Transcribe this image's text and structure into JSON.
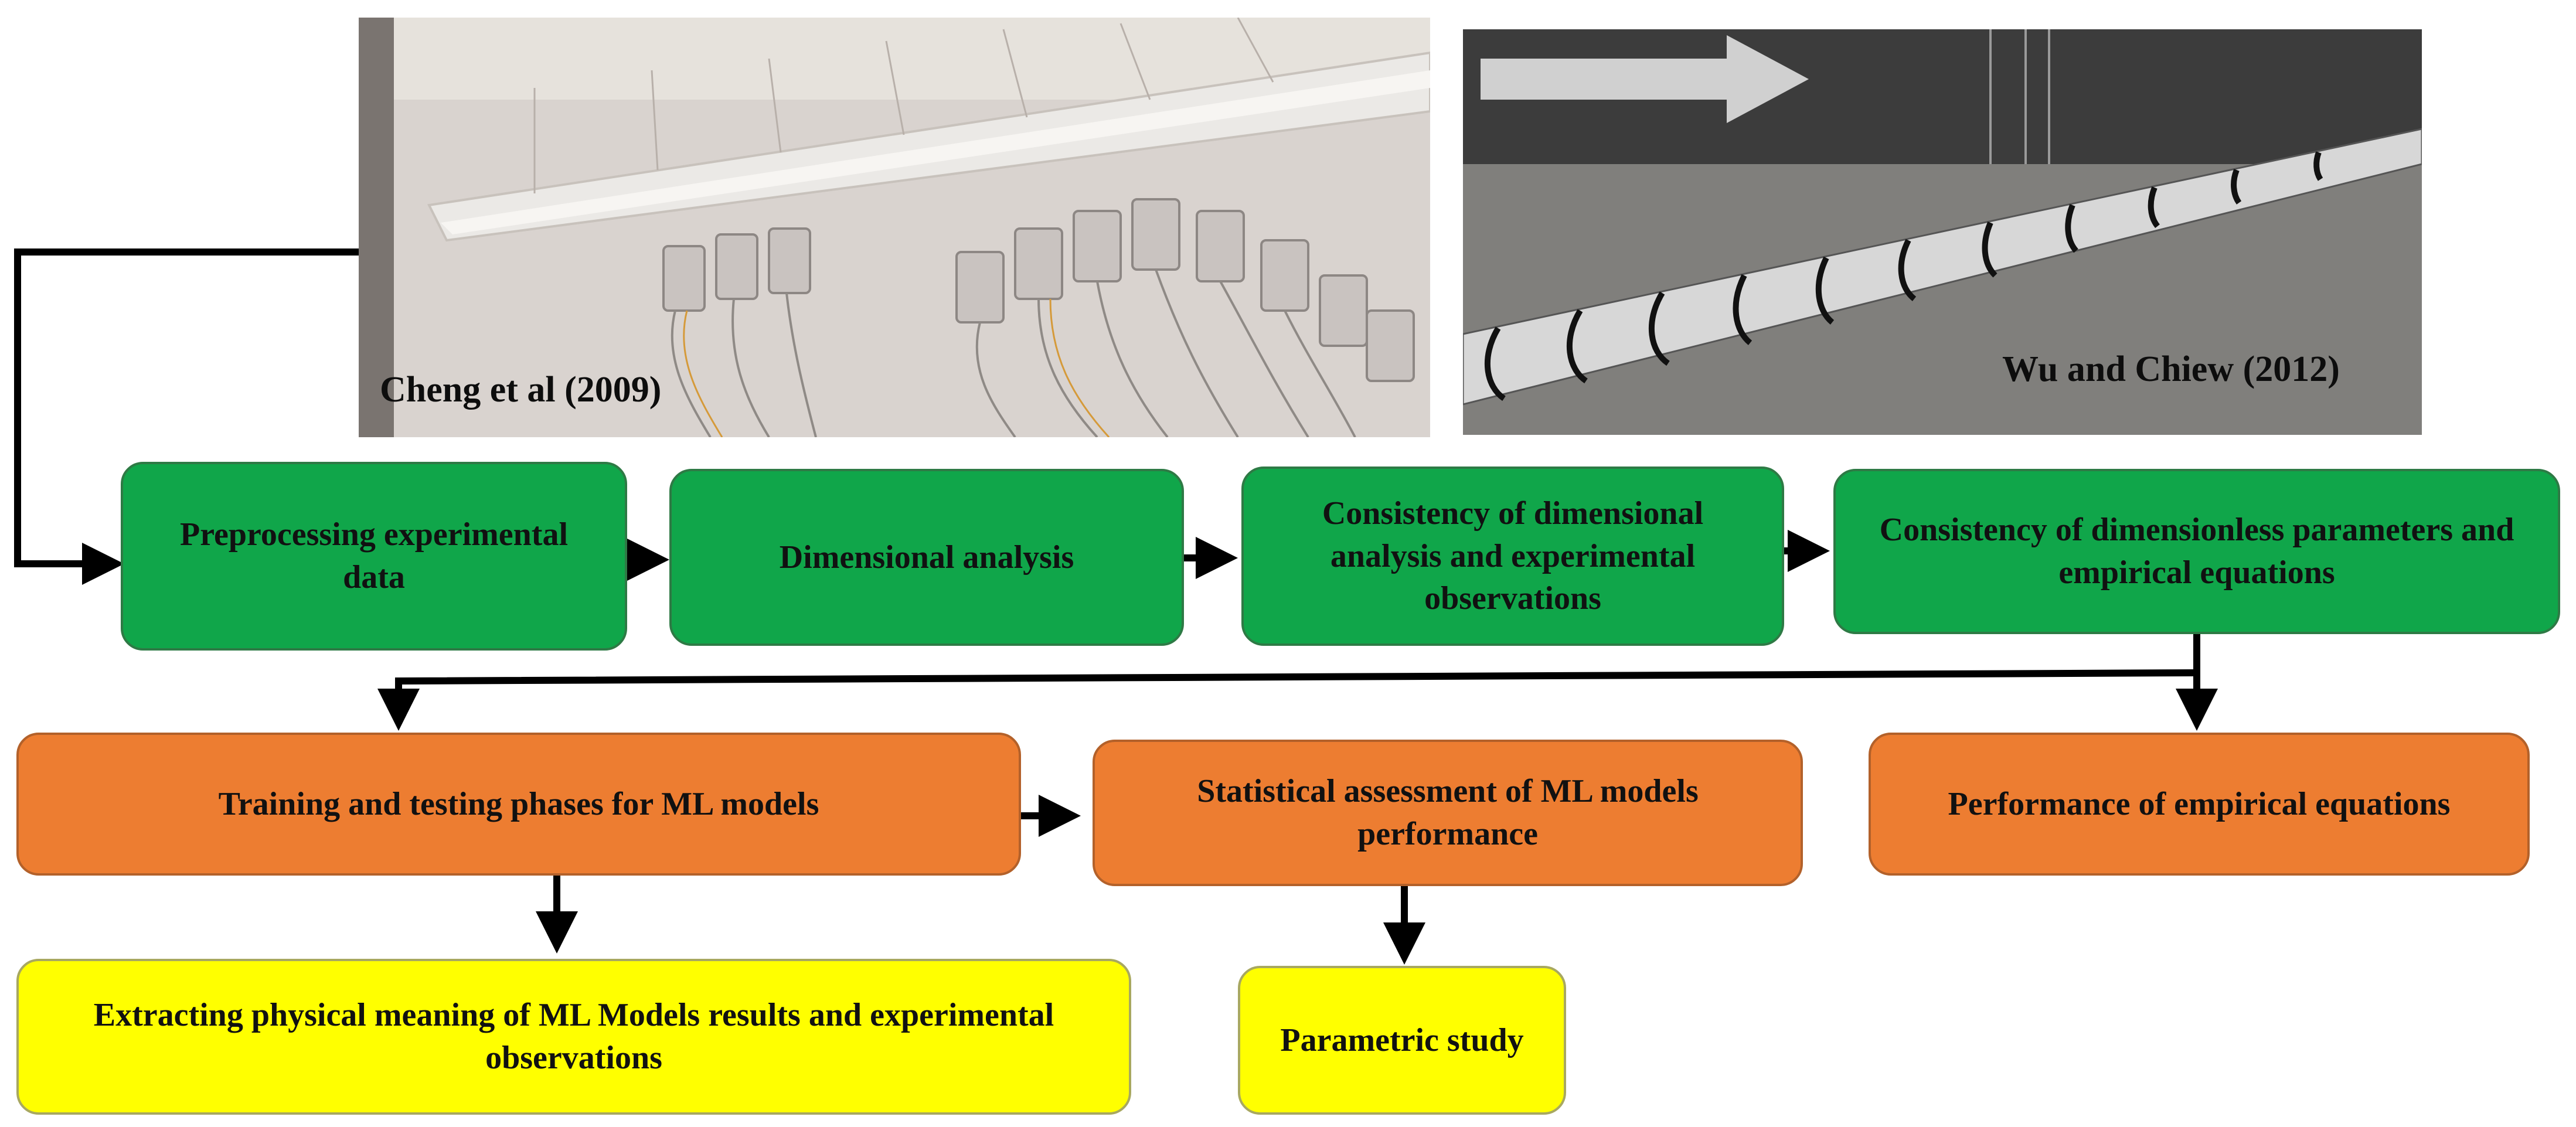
{
  "photos": {
    "left_caption": "Cheng et al (2009)",
    "right_caption": "Wu and Chiew (2012)"
  },
  "steps": {
    "preprocessing": "Preprocessing  experimental data",
    "dimensional_analysis": "Dimensional  analysis",
    "consistency_dimensional": "Consistency  of dimensional analysis  and experimental observations",
    "consistency_dimensionless": "Consistency of dimensionless parameters and empirical  equations",
    "training_testing": "Training  and testing phases for ML models",
    "statistical_assessment": "Statistical assessment of ML models performance",
    "performance_empirical": "Performance of empirical  equations",
    "extracting_meaning": "Extracting  physical meaning of ML Models results  and experimental  observations",
    "parametric_study": "Parametric  study"
  },
  "colors": {
    "stage1": "#10a64a",
    "stage2": "#ed7d31",
    "stage3": "#ffff00",
    "arrow": "#000000"
  }
}
